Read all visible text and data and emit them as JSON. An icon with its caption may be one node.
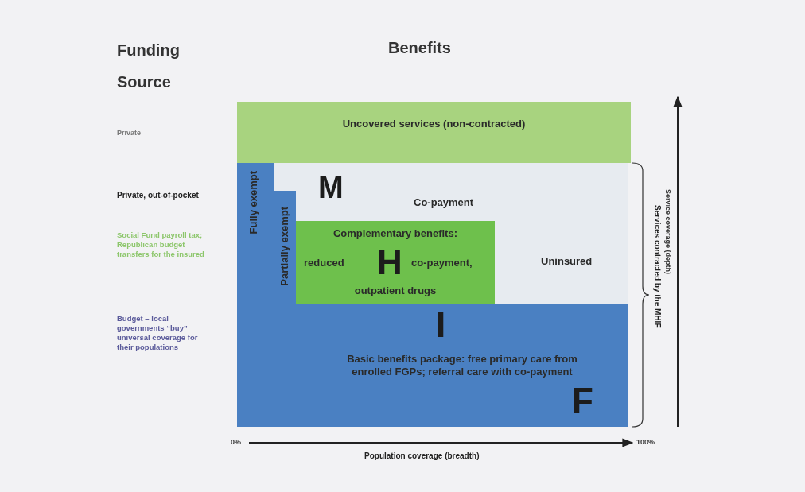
{
  "diagram": {
    "nodes": [
      {
        "text": [
          "Uncovered services (non-contracted)"
        ]
      },
      {
        "text": [
          "M",
          "Co-payment",
          "Uninsured"
        ]
      },
      {
        "text": [
          "Fully exempt"
        ]
      },
      {
        "text": [
          "Partially exempt"
        ]
      },
      {
        "text": [
          "Complementary benefits:",
          "reduced",
          "H",
          "co-payment,",
          "outpatient drugs"
        ],
        "in": 1
      },
      {
        "text": [
          "I",
          "Basic benefits package: free primary care from enrolled FGPs; referral care with co-payment",
          "F"
        ]
      }
    ],
    "edges": [],
    "labels": [
      "Funding Source",
      "Benefits",
      "Private",
      "Private, out-of-pocket",
      "Social Fund payroll tax; Republican budget transfers for the insured",
      "Budget – local governments “buy” universal coverage for their populations",
      "Services contracted by the MHIF",
      "Service coverage (depth)",
      "0%",
      "100%",
      "Population coverage (breadth)"
    ]
  }
}
